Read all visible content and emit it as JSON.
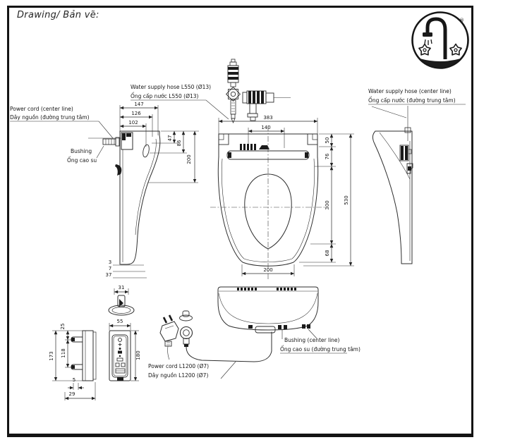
{
  "page": {
    "title": "Drawing/ Bản vẽ:"
  },
  "logo": {
    "icon": "washlet-faucet-flowers-logo",
    "registered": "®"
  },
  "callouts": {
    "power_cord_center": {
      "en": "Power cord (center line)",
      "vi": "Dây nguồn (đường trung tâm)"
    },
    "bushing_left": {
      "en": "Bushing",
      "vi": "Ống cao su"
    },
    "water_hose_l550": {
      "en": "Water supply hose L550 (Ø13)",
      "vi": "Ống cấp nước L550 (Ø13)"
    },
    "water_hose_center": {
      "en": "Water supply hose (center line)",
      "vi": "Ống cấp nước (đường trung tâm)"
    },
    "bushing_center": {
      "en": "Bushing (center line)",
      "vi": "Ống cao su (đường trung tâm)"
    },
    "power_cord_l1200": {
      "en": "Power cord L1200 (Ø7)",
      "vi": "Dây nguồn L1200 (Ø7)"
    }
  },
  "dims": {
    "side": {
      "w147": "147",
      "w126": "126",
      "w102": "102",
      "h47": "47",
      "h86": "86",
      "h200": "200",
      "t3": "3",
      "t7": "7",
      "t37": "37",
      "knob31": "31"
    },
    "top": {
      "w383": "383",
      "w140": "140",
      "h50": "50",
      "h76": "76",
      "h300": "300",
      "h68": "68",
      "h530": "530",
      "w200": "200"
    },
    "remote": {
      "h25": "25",
      "h173": "173",
      "h118": "118",
      "d5": "5",
      "d29": "29",
      "w55": "55",
      "h180": "180"
    }
  }
}
